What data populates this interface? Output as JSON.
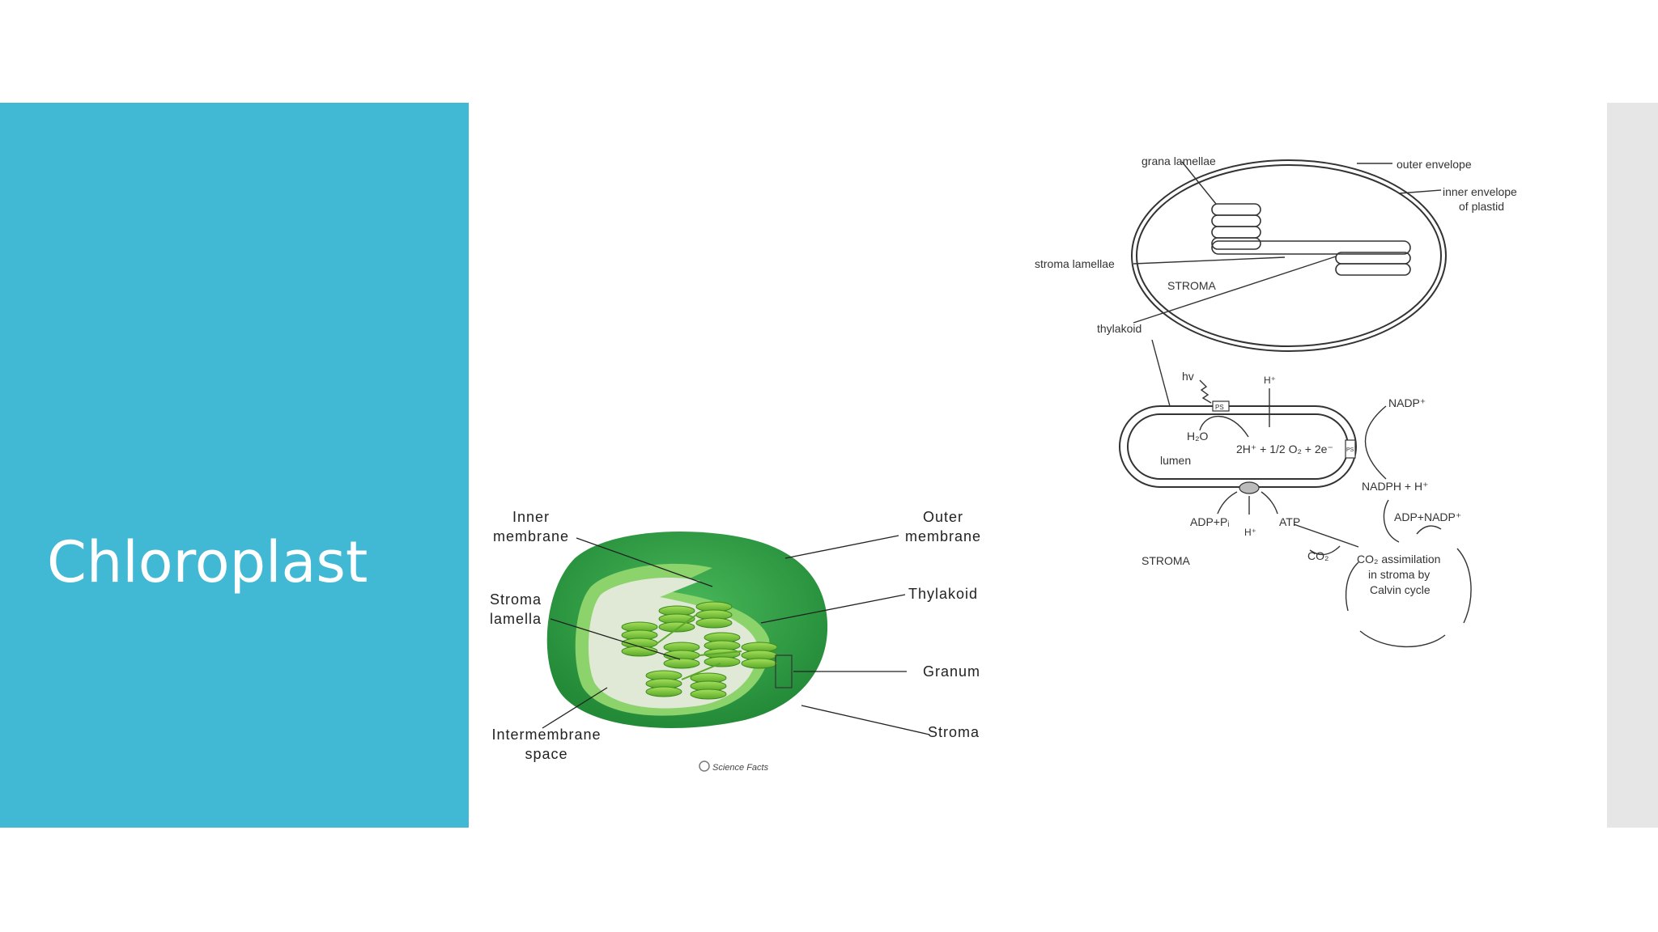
{
  "slide": {
    "title": "Chloroplast"
  },
  "colors": {
    "left_panel": "#41b9d4",
    "right_strip": "#e6e6e6",
    "chloroplast_outer": "#2e9e45",
    "chloroplast_inner": "#8bd36a",
    "stroma": "#d8e8d0",
    "grana": "#7cc63a"
  },
  "chloroplast_3d": {
    "labels": {
      "inner_membrane_1": "Inner",
      "inner_membrane_2": "membrane",
      "outer_membrane_1": "Outer",
      "outer_membrane_2": "membrane",
      "stroma_lamella_1": "Stroma",
      "stroma_lamella_2": "lamella",
      "thylakoid": "Thylakoid",
      "granum": "Granum",
      "stroma": "Stroma",
      "intermembrane_1": "Intermembrane",
      "intermembrane_2": "space"
    },
    "watermark": "Science Facts"
  },
  "schematic": {
    "labels": {
      "grana_lamellae": "grana lamellae",
      "outer_envelope": "outer envelope",
      "inner_envelope_1": "inner envelope",
      "inner_envelope_2": "of plastid",
      "stroma_lamellae": "stroma lamellae",
      "stroma_top": "STROMA",
      "thylakoid": "thylakoid",
      "hv": "hv",
      "h_plus_top": "H⁺",
      "nadp_plus": "NADP⁺",
      "h2o": "H₂O",
      "reaction": "2H⁺ + 1/2 O₂ + 2e⁻",
      "lumen": "lumen",
      "nadph": "NADPH + H⁺",
      "adp_pi": "ADP+Pᵢ",
      "atp": "ATP",
      "adp_nadp": "ADP+NADP⁺",
      "h_plus_bottom": "H⁺",
      "stroma_bottom": "STROMA",
      "co2": "CO₂",
      "calvin_1": "CO₂ assimilation",
      "calvin_2": "in stroma by",
      "calvin_3": "Calvin cycle",
      "ps_box": "PS",
      "ps_box_right": "PS"
    }
  }
}
